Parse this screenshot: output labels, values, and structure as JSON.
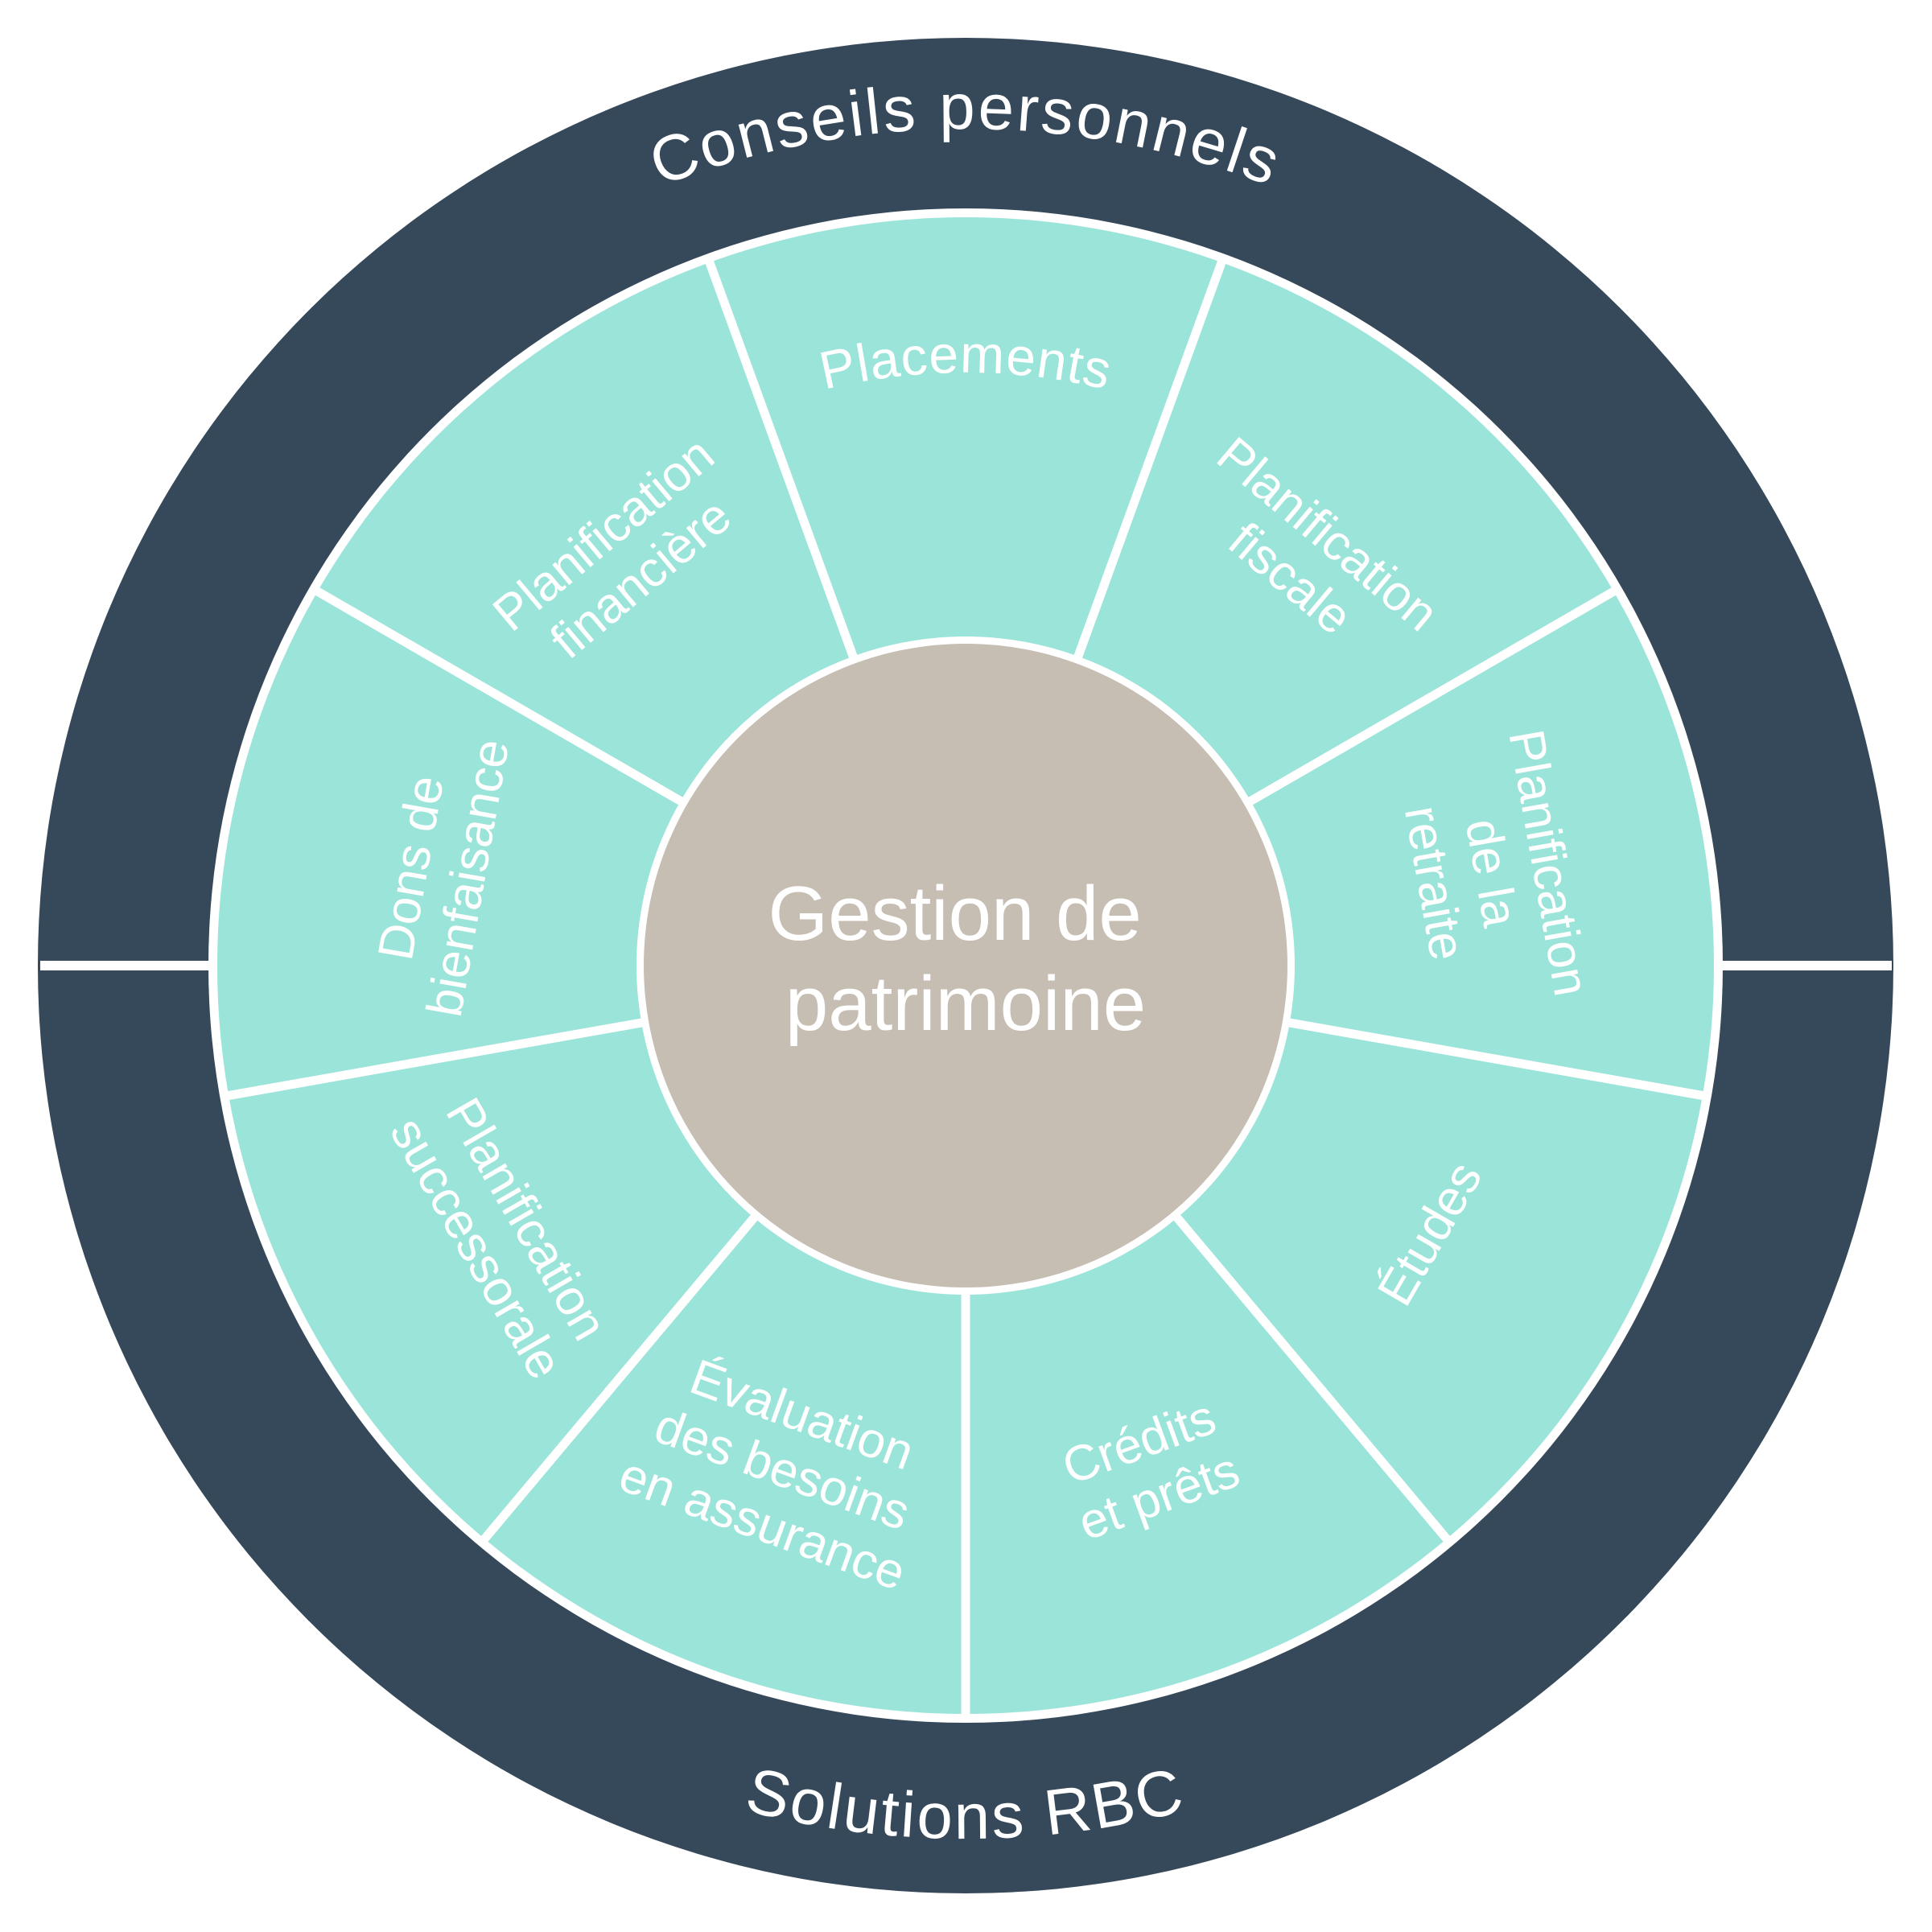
{
  "diagram": {
    "title": "Gestion de patrimoine",
    "center": {
      "label_lines": [
        "Gestion de",
        "patrimoine"
      ]
    },
    "outer_ring": {
      "top_label": "Conseils personnels",
      "bottom_label": "Solutions RBC"
    },
    "inner_ring": {
      "segments": [
        {
          "name": "placements",
          "label_lines": [
            "Placements"
          ],
          "angle_deg": 0,
          "rotation_deg": 0,
          "curved": true
        },
        {
          "name": "planification-fiscale",
          "label_lines": [
            "Planification",
            "fiscale"
          ],
          "angle_deg": 40,
          "rotation_deg": 40,
          "curved": false
        },
        {
          "name": "planification-retraite",
          "label_lines": [
            "Planification",
            "de la",
            "retraite"
          ],
          "angle_deg": 80,
          "rotation_deg": 80,
          "curved": false
        },
        {
          "name": "etudes",
          "label_lines": [
            "Études"
          ],
          "angle_deg": 120,
          "rotation_deg": -60,
          "curved": false
        },
        {
          "name": "credits-et-prets",
          "label_lines": [
            "Crédits",
            "et prêts"
          ],
          "angle_deg": 160,
          "rotation_deg": -20,
          "curved": false
        },
        {
          "name": "evaluation-assurance",
          "label_lines": [
            "Évaluation",
            "des besoins",
            "en assurance"
          ],
          "angle_deg": 200,
          "rotation_deg": 20,
          "curved": false
        },
        {
          "name": "planification-successorale",
          "label_lines": [
            "Planification",
            "successorale"
          ],
          "angle_deg": 240,
          "rotation_deg": 60,
          "curved": false
        },
        {
          "name": "dons-de-bienfaisance",
          "label_lines": [
            "Dons de",
            "bienfaisance"
          ],
          "angle_deg": 280,
          "rotation_deg": -80,
          "curved": false
        },
        {
          "name": "planification-financiere",
          "label_lines": [
            "Planification",
            "financière"
          ],
          "angle_deg": 320,
          "rotation_deg": -40,
          "curved": false
        }
      ],
      "divider_angles_deg": [
        20,
        60,
        100,
        140,
        180,
        220,
        260,
        300,
        340
      ]
    },
    "colors": {
      "outer_ring": "#36495A",
      "inner_ring": "#9BE4D9",
      "center_circle": "#C6BDB3",
      "divider": "#FFFFFF",
      "label_text": "#FFFFFF",
      "background": "#FFFFFF"
    }
  }
}
